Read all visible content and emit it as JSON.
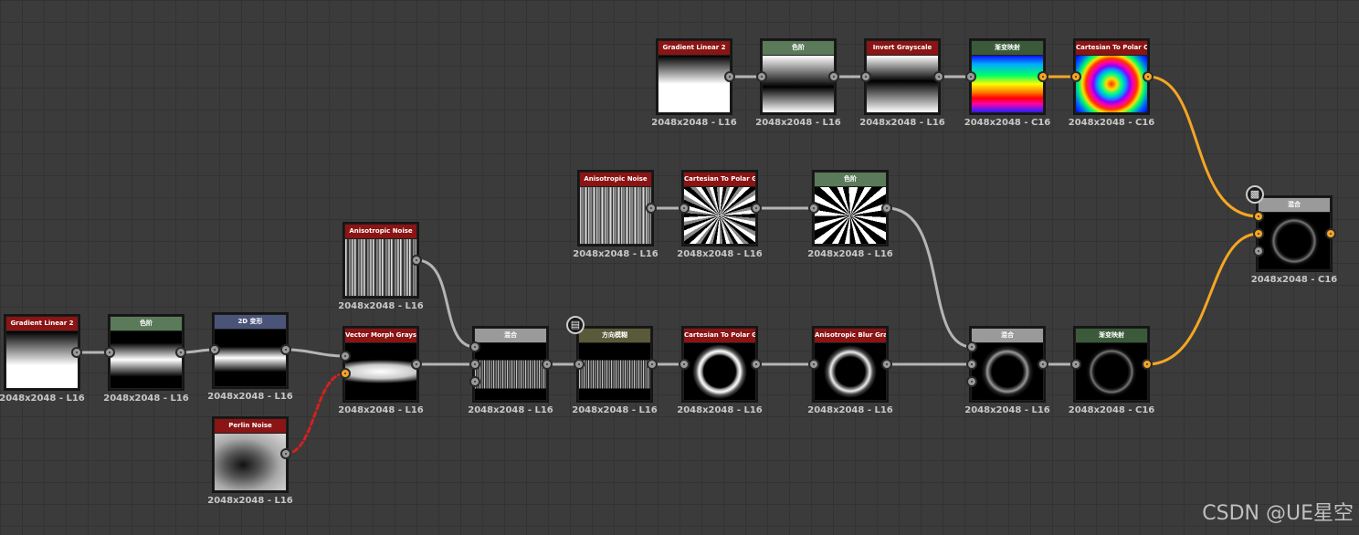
{
  "watermark": "CSDN @UE星空",
  "nodes": [
    {
      "id": "n1",
      "title": "Gradient Linear 2",
      "res": "2048x2048 - L16",
      "hdr": "#8b1414"
    },
    {
      "id": "n2",
      "title": "色阶",
      "res": "2048x2048 - L16",
      "hdr": "#5a7a5a"
    },
    {
      "id": "n3",
      "title": "2D 变形",
      "res": "2048x2048 - L16",
      "hdr": "#4a5478"
    },
    {
      "id": "n4",
      "title": "Perlin Noise",
      "res": "2048x2048 - L16",
      "hdr": "#8b1414"
    },
    {
      "id": "n5",
      "title": "Anisotropic Noise",
      "res": "2048x2048 - L16",
      "hdr": "#8b1414"
    },
    {
      "id": "n6",
      "title": "Vector Morph Grayscale",
      "res": "2048x2048 - L16",
      "hdr": "#8b1414"
    },
    {
      "id": "n7",
      "title": "混合",
      "res": "2048x2048 - L16",
      "hdr": "#9a9a9a"
    },
    {
      "id": "n8",
      "title": "方向模糊",
      "res": "2048x2048 - L16",
      "hdr": "#5a5a3a"
    },
    {
      "id": "n9",
      "title": "Cartesian To Polar Gra...",
      "res": "2048x2048 - L16",
      "hdr": "#8b1414"
    },
    {
      "id": "n10",
      "title": "Anisotropic Blur Grays...",
      "res": "2048x2048 - L16",
      "hdr": "#8b1414"
    },
    {
      "id": "n11",
      "title": "混合",
      "res": "2048x2048 - L16",
      "hdr": "#9a9a9a"
    },
    {
      "id": "n12",
      "title": "渐变映射",
      "res": "2048x2048 - C16",
      "hdr": "#3a5a3a"
    },
    {
      "id": "n13",
      "title": "Anisotropic Noise",
      "res": "2048x2048 - L16",
      "hdr": "#8b1414"
    },
    {
      "id": "n14",
      "title": "Cartesian To Polar Gra...",
      "res": "2048x2048 - L16",
      "hdr": "#8b1414"
    },
    {
      "id": "n15",
      "title": "色阶",
      "res": "2048x2048 - L16",
      "hdr": "#5a7a5a"
    },
    {
      "id": "n16",
      "title": "Gradient Linear 2",
      "res": "2048x2048 - L16",
      "hdr": "#8b1414"
    },
    {
      "id": "n17",
      "title": "色阶",
      "res": "2048x2048 - L16",
      "hdr": "#5a7a5a"
    },
    {
      "id": "n18",
      "title": "Invert Grayscale",
      "res": "2048x2048 - L16",
      "hdr": "#8b1414"
    },
    {
      "id": "n19",
      "title": "渐变映射",
      "res": "2048x2048 - C16",
      "hdr": "#3a5a3a"
    },
    {
      "id": "n20",
      "title": "Cartesian To Polar Color",
      "res": "2048x2048 - C16",
      "hdr": "#8b1414"
    },
    {
      "id": "n21",
      "title": "混合",
      "res": "2048x2048 - C16",
      "hdr": "#9a9a9a"
    }
  ]
}
